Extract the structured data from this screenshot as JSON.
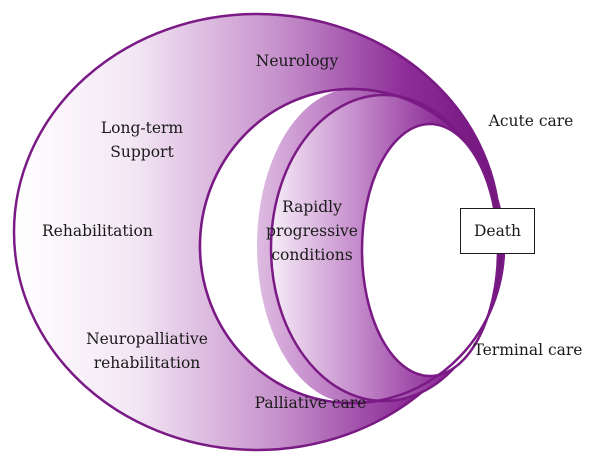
{
  "diagram": {
    "labels": {
      "neurology": "Neurology",
      "acute_care": "Acute care",
      "long_term_support": [
        "Long-term",
        "Support"
      ],
      "rehabilitation": "Rehabilitation",
      "rapidly_progressive": [
        "Rapidly",
        "progressive",
        "conditions"
      ],
      "death": "Death",
      "neuropalliative_rehabilitation": [
        "Neuropalliative",
        "rehabilitation"
      ],
      "terminal_care": "Terminal care",
      "palliative_care": "Palliative care"
    },
    "colors": {
      "purple": "#7a1a85",
      "purple_light": "#f4e8f5",
      "text": "#1a1a1a",
      "background": "#ffffff"
    }
  }
}
